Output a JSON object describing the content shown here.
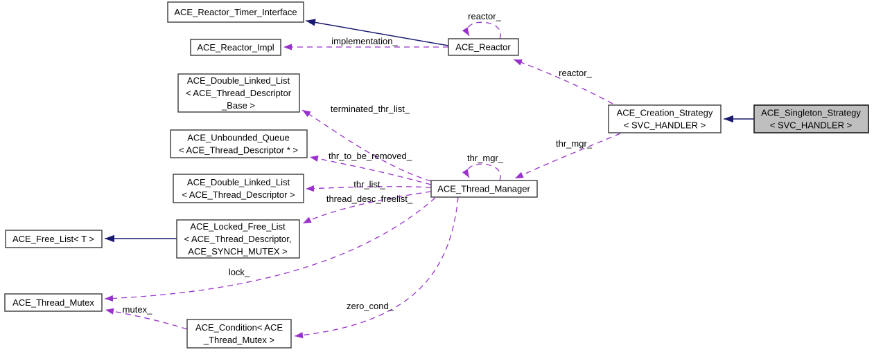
{
  "diagram": {
    "kind": "collaboration-graph",
    "colors": {
      "background": "#ffffff",
      "node_fill": "#ffffff",
      "node_border": "#3a3a3a",
      "highlight_node_fill": "#bfbfbf",
      "inheritance_edge": "#191970",
      "usage_edge": "#9932cc",
      "text": "#000000"
    },
    "nodes": {
      "reactor_timer_interface": {
        "lines": [
          "ACE_Reactor_Timer_Interface"
        ]
      },
      "reactor_impl": {
        "lines": [
          "ACE_Reactor_Impl"
        ]
      },
      "reactor": {
        "lines": [
          "ACE_Reactor"
        ]
      },
      "dll_base": {
        "lines": [
          "ACE_Double_Linked_List",
          "< ACE_Thread_Descriptor",
          "_Base >"
        ]
      },
      "unbounded_queue": {
        "lines": [
          "ACE_Unbounded_Queue",
          "< ACE_Thread_Descriptor * >"
        ]
      },
      "dll_descriptor": {
        "lines": [
          "ACE_Double_Linked_List",
          "< ACE_Thread_Descriptor >"
        ]
      },
      "locked_free_list": {
        "lines": [
          "ACE_Locked_Free_List",
          "< ACE_Thread_Descriptor,",
          "ACE_SYNCH_MUTEX >"
        ]
      },
      "free_list": {
        "lines": [
          "ACE_Free_List< T >"
        ]
      },
      "thread_mutex": {
        "lines": [
          "ACE_Thread_Mutex"
        ]
      },
      "condition": {
        "lines": [
          "ACE_Condition< ACE",
          "_Thread_Mutex >"
        ]
      },
      "thread_manager": {
        "lines": [
          "ACE_Thread_Manager"
        ]
      },
      "creation_strategy": {
        "lines": [
          "ACE_Creation_Strategy",
          "< SVC_HANDLER >"
        ]
      },
      "singleton_strategy": {
        "lines": [
          "ACE_Singleton_Strategy",
          "< SVC_HANDLER >"
        ]
      }
    },
    "edges": [
      {
        "from": "ACE_Reactor",
        "to": "ACE_Reactor_Timer_Interface",
        "kind": "inheritance",
        "label": ""
      },
      {
        "from": "ACE_Reactor",
        "to": "ACE_Reactor_Impl",
        "kind": "usage",
        "label": "implementation_"
      },
      {
        "from": "ACE_Reactor",
        "to": "ACE_Reactor",
        "kind": "usage",
        "label": "reactor_"
      },
      {
        "from": "ACE_Creation_Strategy< SVC_HANDLER >",
        "to": "ACE_Reactor",
        "kind": "usage",
        "label": "reactor_"
      },
      {
        "from": "ACE_Singleton_Strategy< SVC_HANDLER >",
        "to": "ACE_Creation_Strategy< SVC_HANDLER >",
        "kind": "inheritance",
        "label": ""
      },
      {
        "from": "ACE_Creation_Strategy< SVC_HANDLER >",
        "to": "ACE_Thread_Manager",
        "kind": "usage",
        "label": "thr_mgr_"
      },
      {
        "from": "ACE_Thread_Manager",
        "to": "ACE_Thread_Manager",
        "kind": "usage",
        "label": "thr_mgr_"
      },
      {
        "from": "ACE_Thread_Manager",
        "to": "ACE_Double_Linked_List< ACE_Thread_Descriptor_Base >",
        "kind": "usage",
        "label": "terminated_thr_list_"
      },
      {
        "from": "ACE_Thread_Manager",
        "to": "ACE_Unbounded_Queue< ACE_Thread_Descriptor * >",
        "kind": "usage",
        "label": "thr_to_be_removed_"
      },
      {
        "from": "ACE_Thread_Manager",
        "to": "ACE_Double_Linked_List< ACE_Thread_Descriptor >",
        "kind": "usage",
        "label": "thr_list_"
      },
      {
        "from": "ACE_Thread_Manager",
        "to": "ACE_Locked_Free_List< ACE_Thread_Descriptor, ACE_SYNCH_MUTEX >",
        "kind": "usage",
        "label": "thread_desc_freelist_"
      },
      {
        "from": "ACE_Thread_Manager",
        "to": "ACE_Thread_Mutex",
        "kind": "usage",
        "label": "lock_"
      },
      {
        "from": "ACE_Thread_Manager",
        "to": "ACE_Condition< ACE_Thread_Mutex >",
        "kind": "usage",
        "label": "zero_cond_"
      },
      {
        "from": "ACE_Condition< ACE_Thread_Mutex >",
        "to": "ACE_Thread_Mutex",
        "kind": "usage",
        "label": "mutex_"
      },
      {
        "from": "ACE_Locked_Free_List< ACE_Thread_Descriptor, ACE_SYNCH_MUTEX >",
        "to": "ACE_Free_List< T >",
        "kind": "inheritance",
        "label": ""
      }
    ]
  }
}
